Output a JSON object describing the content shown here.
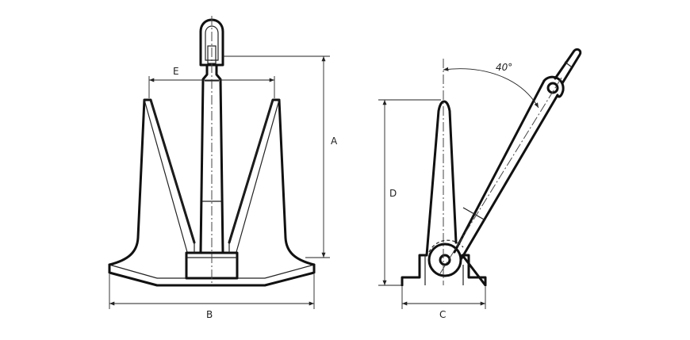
{
  "labels": {
    "a": "A",
    "b": "B",
    "c": "C",
    "d": "D",
    "e": "E",
    "angle": "40°"
  }
}
